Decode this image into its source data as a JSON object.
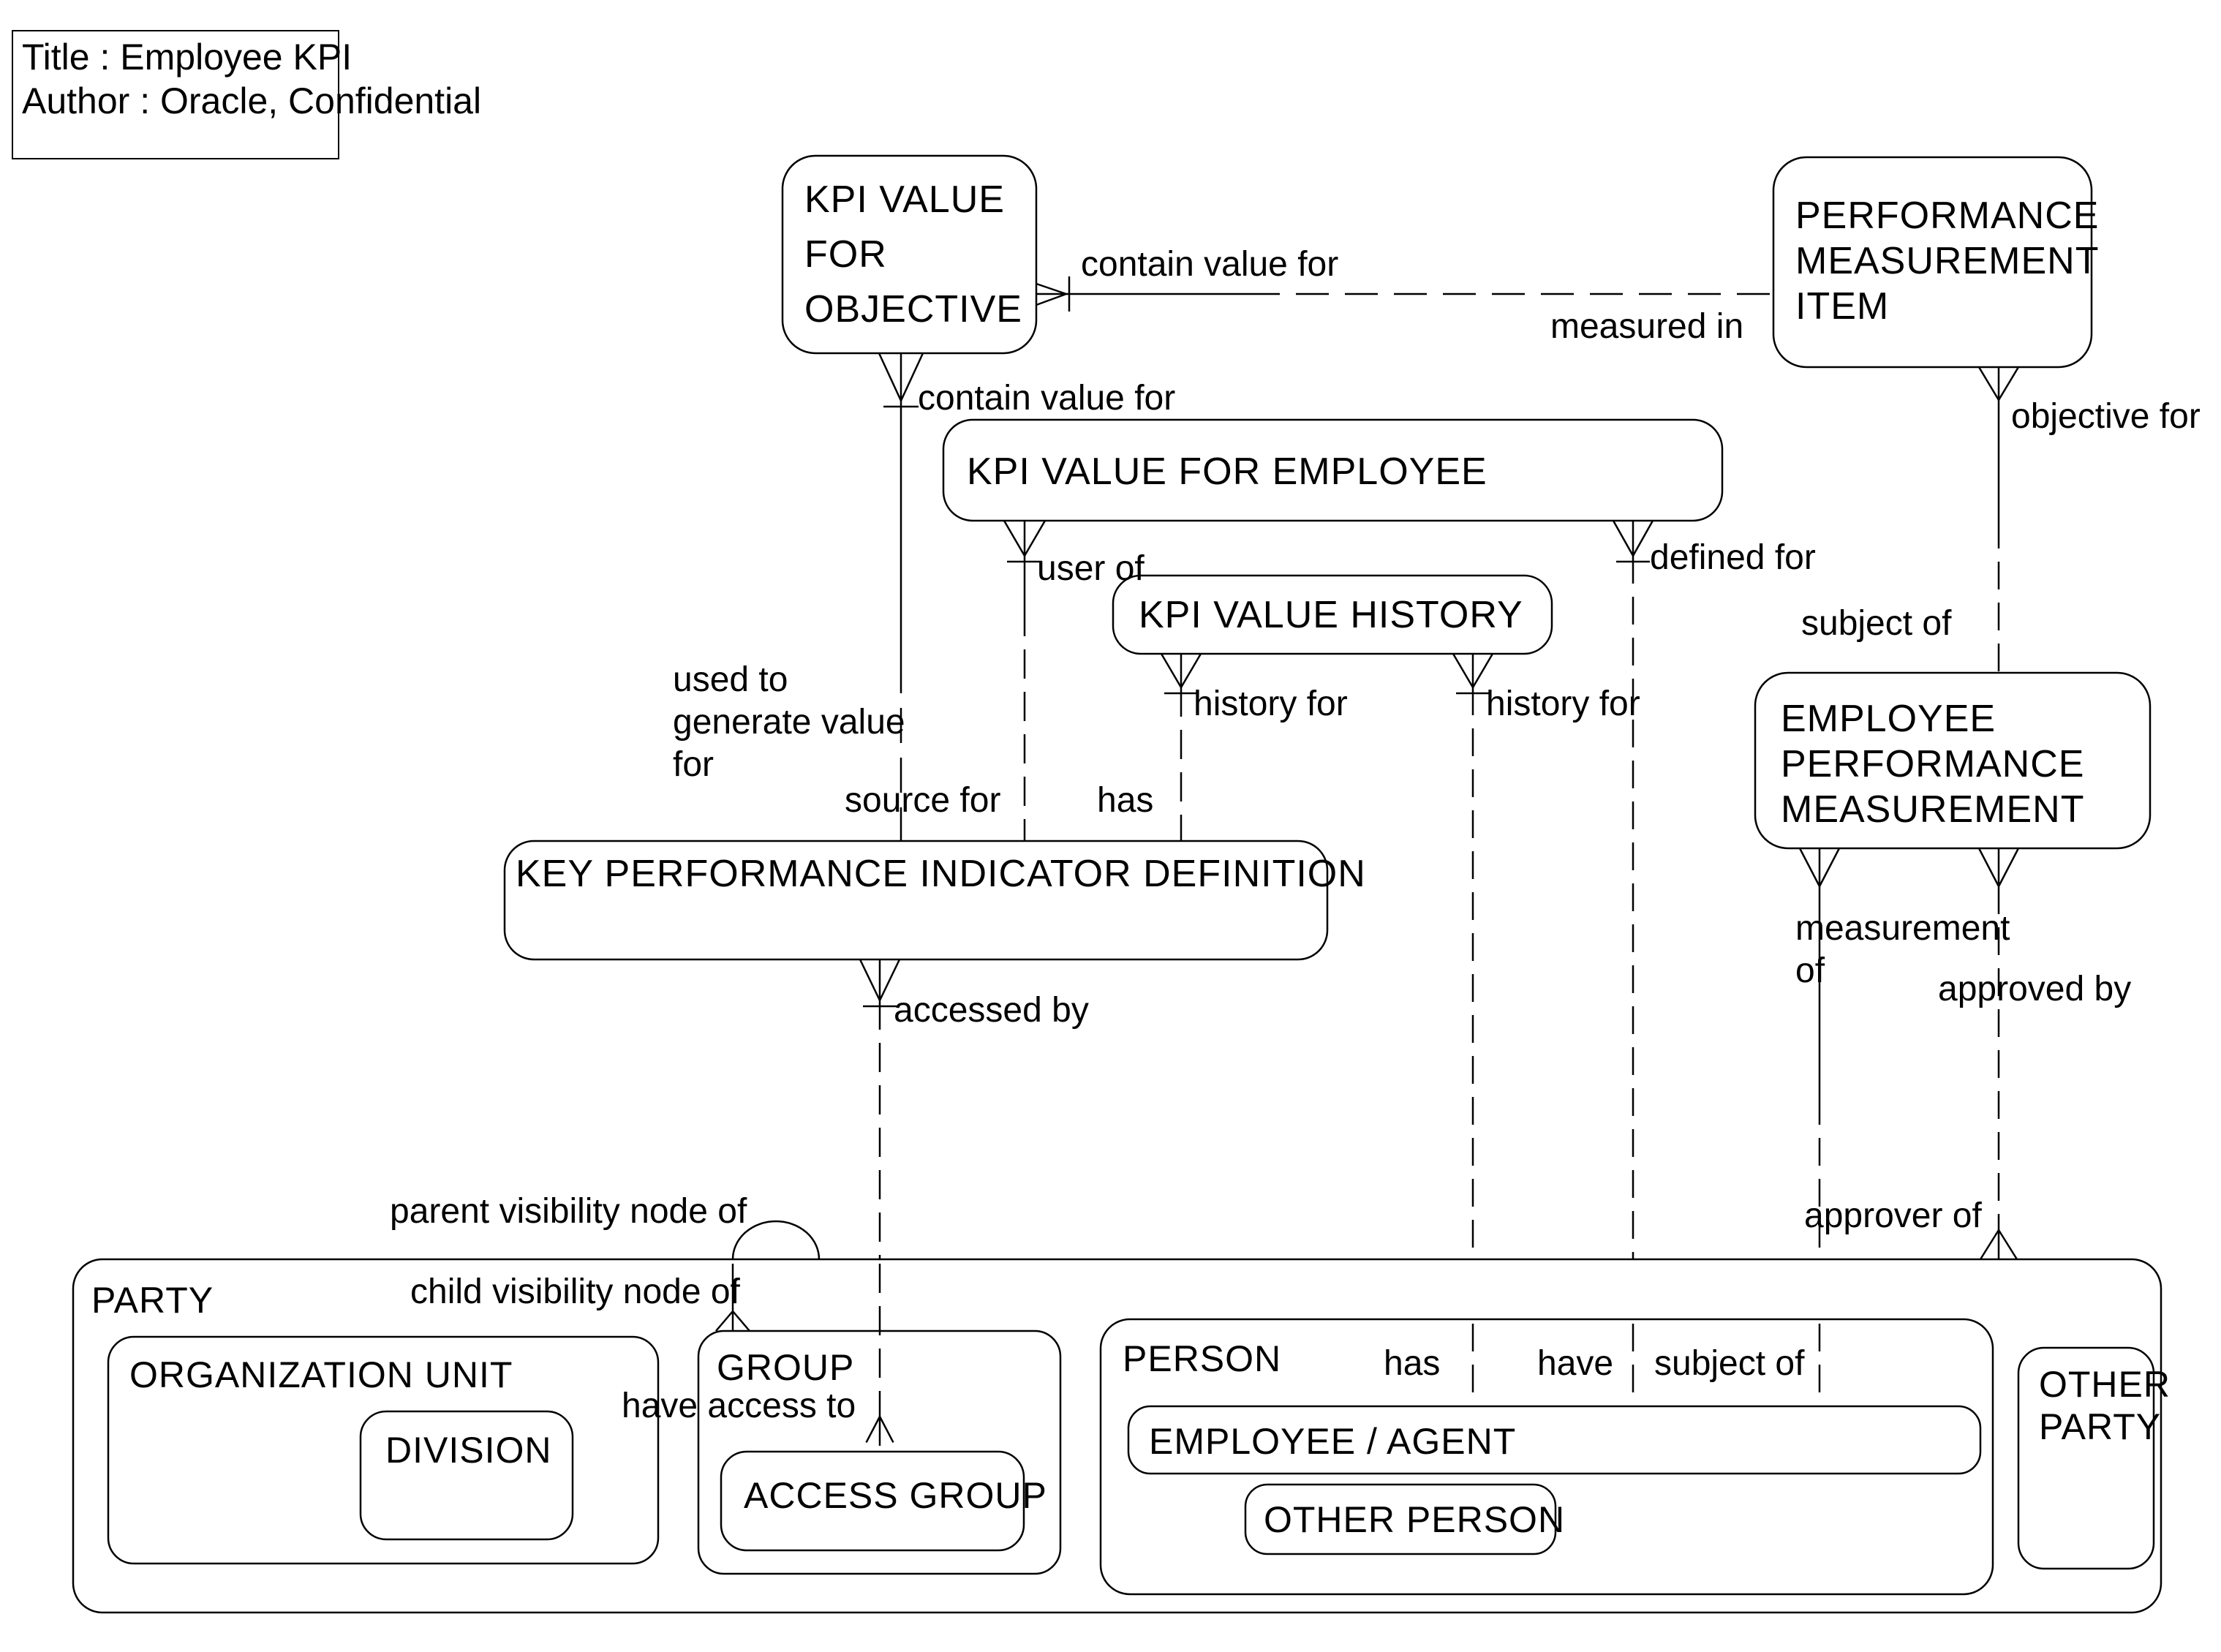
{
  "title_box": {
    "line1": "Title : Employee KPI",
    "line2": "Author : Oracle, Confidential"
  },
  "entities": {
    "kvo": {
      "l1": "KPI VALUE",
      "l2": "FOR",
      "l3": "OBJECTIVE"
    },
    "pmi": {
      "l1": "PERFORMANCE",
      "l2": "MEASUREMENT",
      "l3": "ITEM"
    },
    "kve": {
      "label": "KPI VALUE FOR EMPLOYEE"
    },
    "kvh": {
      "label": "KPI VALUE HISTORY"
    },
    "epm": {
      "l1": "EMPLOYEE",
      "l2": "PERFORMANCE",
      "l3": "MEASUREMENT"
    },
    "kpid": {
      "label": "KEY PERFORMANCE INDICATOR DEFINITION"
    },
    "party": {
      "label": "PARTY"
    },
    "org_unit": {
      "label": "ORGANIZATION UNIT"
    },
    "division": {
      "label": "DIVISION"
    },
    "group": {
      "label": "GROUP"
    },
    "access_group": {
      "label": "ACCESS GROUP"
    },
    "person": {
      "label": "PERSON"
    },
    "employee_agent": {
      "label": "EMPLOYEE / AGENT"
    },
    "other_person": {
      "label": "OTHER PERSON"
    },
    "other_party": {
      "l1": "OTHER",
      "l2": "PARTY"
    }
  },
  "relations": {
    "contain_value_for_h": "contain value for",
    "measured_in": "measured in",
    "contain_value_for_v": "contain value for",
    "objective_for": "objective for",
    "user_of": "user of",
    "defined_for": "defined for",
    "subject_of_top": "subject of",
    "history_for_left": "history for",
    "history_for_right": "history for",
    "used_to_generate_l1": "used to",
    "used_to_generate_l2": "generate value",
    "used_to_generate_l3": "for",
    "source_for": "source for",
    "has_mid": "has",
    "accessed_by": "accessed by",
    "measurement_of_l1": "measurement",
    "measurement_of_l2": "of",
    "approved_by": "approved by",
    "approver_of": "approver of",
    "parent_visibility": "parent visibility node of",
    "child_visibility": "child visibility node of",
    "have_access_to": "have access to",
    "has_person": "has",
    "have_person": "have",
    "subject_of_person": "subject of"
  },
  "colors": {
    "stroke": "#000000",
    "background": "#ffffff"
  }
}
